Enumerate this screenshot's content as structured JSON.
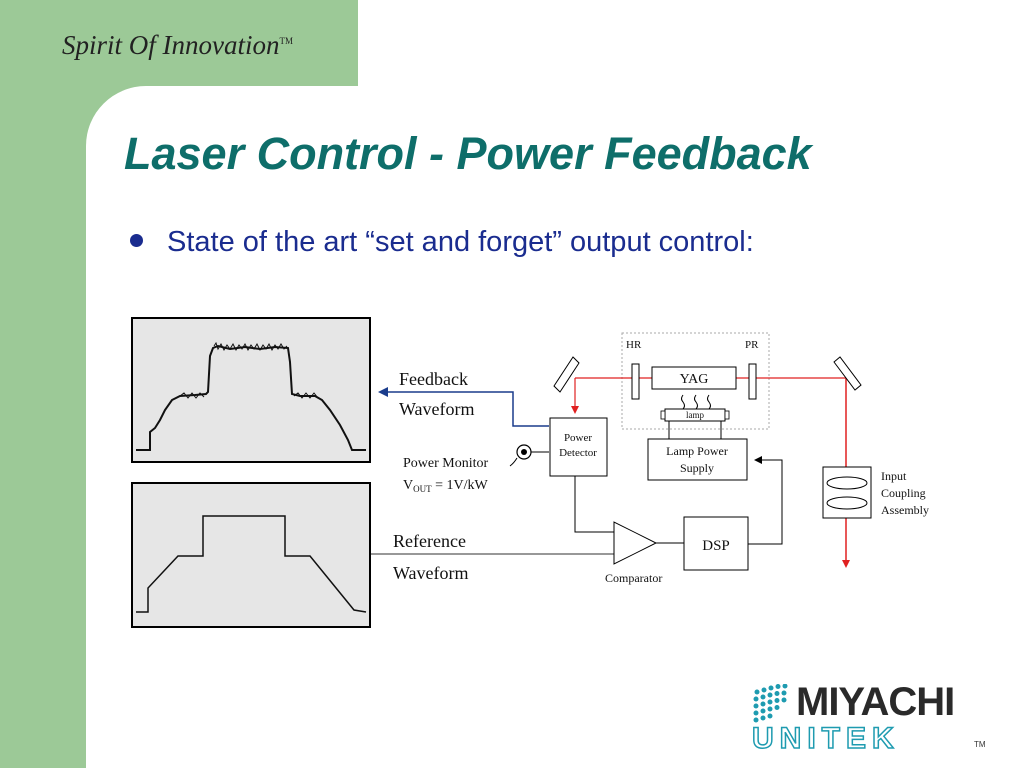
{
  "header": {
    "tagline": "Spirit Of Innovation",
    "tagline_tm": "TM"
  },
  "slide": {
    "title": "Laser Control - Power Feedback",
    "bullet": "State of the art “set and forget” output control:"
  },
  "diagram": {
    "feedback_label_line1": "Feedback",
    "feedback_label_line2": "Waveform",
    "reference_label_line1": "Reference",
    "reference_label_line2": "Waveform",
    "power_monitor_line1": "Power Monitor",
    "power_monitor_v": "V",
    "power_monitor_sub": "OUT",
    "power_monitor_rest": " = 1V/kW",
    "hr": "HR",
    "pr": "PR",
    "yag": "YAG",
    "lamp": "lamp",
    "power_detector_line1": "Power",
    "power_detector_line2": "Detector",
    "lamp_supply_line1": "Lamp Power",
    "lamp_supply_line2": "Supply",
    "dsp": "DSP",
    "comparator": "Comparator",
    "input_coupling_line1": "Input",
    "input_coupling_line2": "Coupling",
    "input_coupling_line3": "Assembly"
  },
  "logo": {
    "top": "MIYACHI",
    "bottom": "UNITEK",
    "tm": "TM"
  },
  "colors": {
    "green_band": "#9cc997",
    "title": "#0e6e6a",
    "bullet": "#1a2c8f",
    "laser_beam": "#e02020",
    "feedback_arrow": "#1a3c8c"
  }
}
